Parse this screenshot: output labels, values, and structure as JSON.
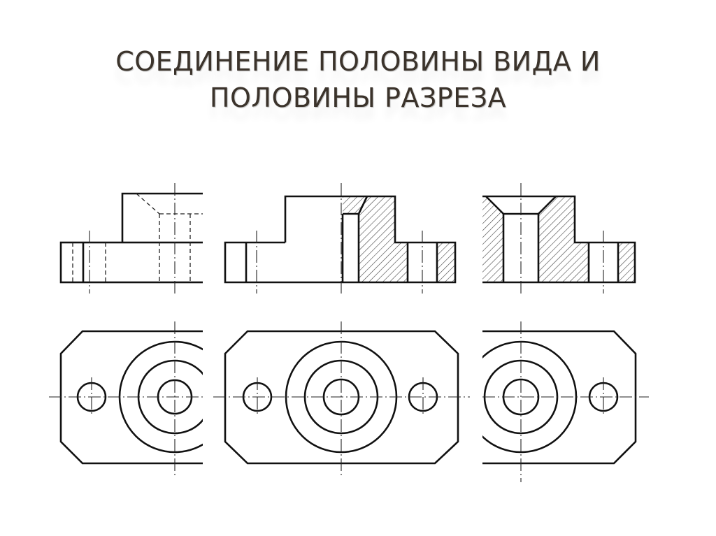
{
  "title": {
    "line1": "СОЕДИНЕНИЕ ПОЛОВИНЫ ВИДА И",
    "line2": "ПОЛОВИНЫ РАЗРЕЗА"
  },
  "colors": {
    "title_text": "#3b332b",
    "line": "#111111",
    "background": "#ffffff"
  },
  "figures": [
    {
      "name": "view",
      "sectioned": false
    },
    {
      "name": "combined-half-view-half-section",
      "sectioned": true
    },
    {
      "name": "section",
      "sectioned": true
    }
  ]
}
